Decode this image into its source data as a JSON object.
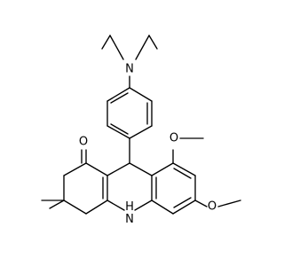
{
  "molecule": {
    "atoms": {
      "n_amine": "N",
      "o_ketone": "O",
      "o_methoxy_top": "O",
      "o_methoxy_bottom": "O",
      "nh_ring": "H\nN"
    }
  }
}
